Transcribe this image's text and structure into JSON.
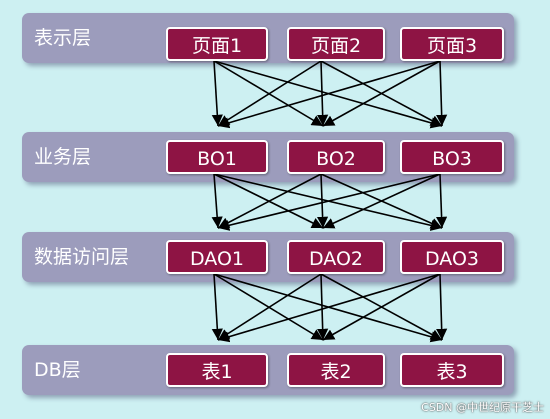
{
  "layers": [
    {
      "label": "表示层",
      "boxes": [
        "页面1",
        "页面2",
        "页面3"
      ]
    },
    {
      "label": "业务层",
      "boxes": [
        "BO1",
        "BO2",
        "BO3"
      ]
    },
    {
      "label": "数据访问层",
      "boxes": [
        "DAO1",
        "DAO2",
        "DAO3"
      ]
    },
    {
      "label": "DB层",
      "boxes": [
        "表1",
        "表2",
        "表3"
      ]
    }
  ],
  "watermark": "CSDN @中世纪原干芝士",
  "colors": {
    "background": "#cdf0f2",
    "layer": "#9c9cbc",
    "box": "#8e1444",
    "arrow": "#000000"
  }
}
